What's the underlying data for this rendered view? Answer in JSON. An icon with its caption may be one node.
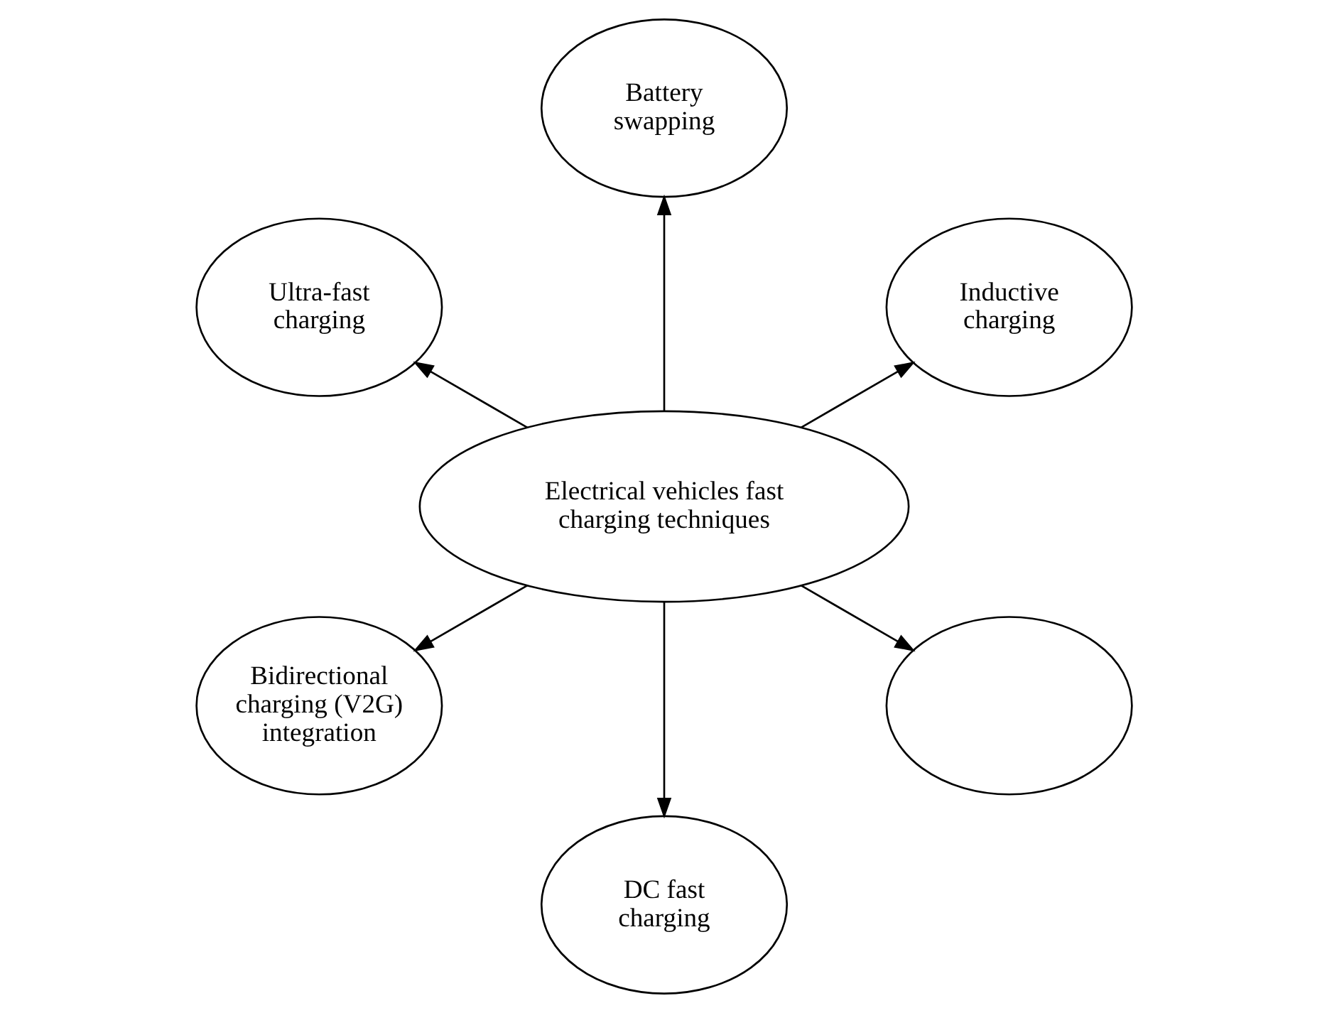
{
  "diagram": {
    "nodes": [
      {
        "text": [
          "Inductive charging"
        ]
      },
      {
        "text": [
          "Battery swapping"
        ]
      },
      {
        "text": [
          "Ultra-fast charging"
        ]
      },
      {
        "text": [
          "Electrical vehicles fast charging techniques"
        ]
      },
      {
        "text": [
          "Bidirectional charging (V2G) integration"
        ]
      },
      {
        "text": [
          "DC fast charging"
        ]
      },
      {
        "text": [],
        "shape": "ellipse"
      }
    ],
    "edges": [
      {
        "from": 3,
        "to": 1,
        "arrow": "to"
      },
      {
        "from": 3,
        "to": 0,
        "arrow": "to"
      },
      {
        "from": 3,
        "to": 2,
        "arrow": "to"
      },
      {
        "from": 3,
        "to": 5,
        "arrow": "to"
      },
      {
        "from": 3,
        "to": 6,
        "arrow": "to"
      },
      {
        "from": 3,
        "to": 4,
        "arrow": "to"
      }
    ]
  }
}
